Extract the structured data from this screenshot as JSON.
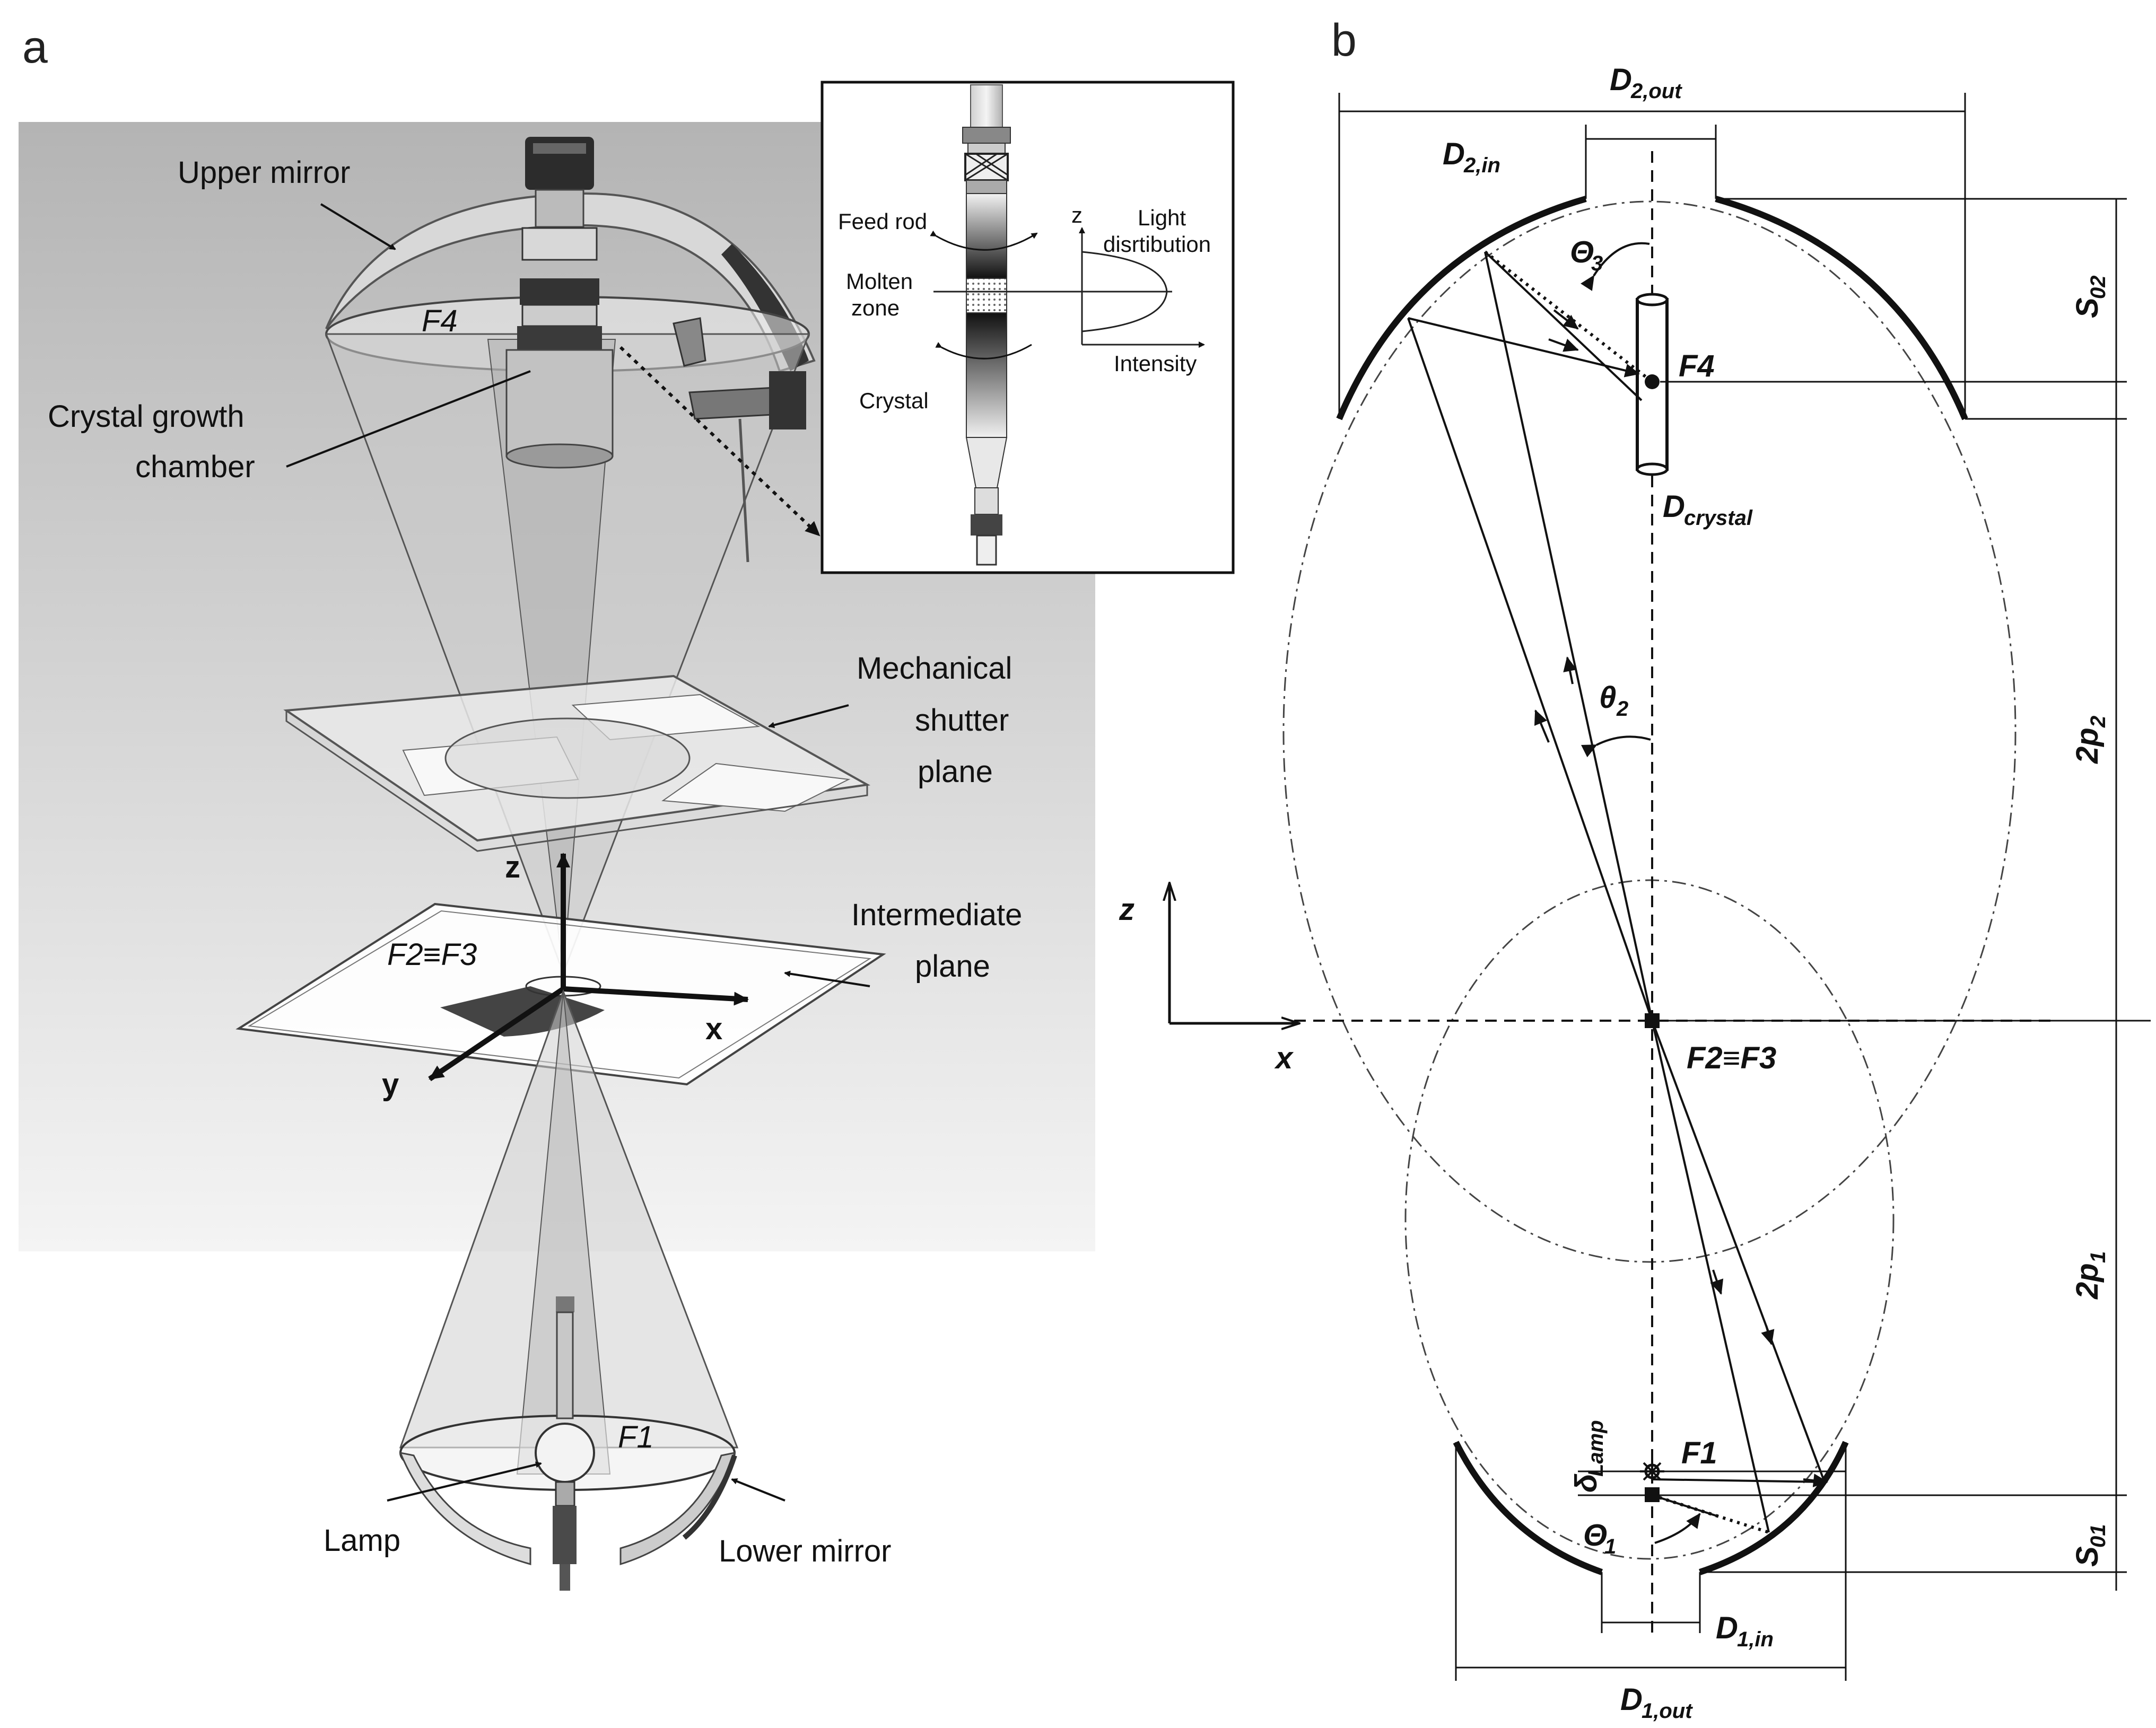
{
  "panels": {
    "a": {
      "letter": "a",
      "labels": {
        "upper_mirror": "Upper mirror",
        "f4": "F4",
        "crystal_growth_1": "Crystal growth",
        "crystal_growth_2": "chamber",
        "mech_1": "Mechanical",
        "mech_2": "shutter",
        "mech_3": "plane",
        "z": "z",
        "f2f3": "F2≡F3",
        "inter_1": "Intermediate",
        "inter_2": "plane",
        "x": "x",
        "y": "y",
        "f1": "F1",
        "lamp": "Lamp",
        "lower_mirror": "Lower mirror"
      },
      "inset": {
        "feed_rod": "Feed rod",
        "molten_1": "Molten",
        "molten_2": "zone",
        "crystal": "Crystal",
        "z": "z",
        "light_1": "Light",
        "light_2": "disrtibution",
        "intensity": "Intensity"
      }
    },
    "b": {
      "letter": "b",
      "labels": {
        "d2out": "D",
        "d2out_sub": "2,out",
        "d2in": "D",
        "d2in_sub": "2,in",
        "theta3": "Θ",
        "theta3_sub": "3",
        "f4": "F4",
        "s02": "S",
        "s02_sub": "02",
        "dcrystal": "D",
        "dcrystal_sub": "crystal",
        "theta2": "θ",
        "theta2_sub": "2",
        "twop2": "2p",
        "twop2_sub": "2",
        "z": "z",
        "x": "x",
        "f2f3": "F2≡F3",
        "twop1": "2p",
        "twop1_sub": "1",
        "delta": "δ",
        "delta_sub": "Lamp",
        "f1": "F1",
        "theta1": "Θ",
        "theta1_sub": "1",
        "s01": "S",
        "s01_sub": "01",
        "d1in": "D",
        "d1in_sub": "1,in",
        "d1out": "D",
        "d1out_sub": "1,out"
      }
    }
  }
}
